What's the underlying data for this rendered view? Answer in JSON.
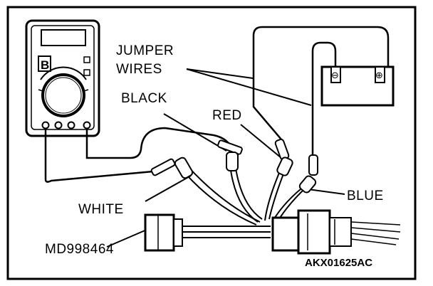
{
  "labels": {
    "jumper_wires_line1": "JUMPER",
    "jumper_wires_line2": "WIRES",
    "black": "BLACK",
    "red": "RED",
    "blue": "BLUE",
    "white": "WHITE",
    "tool_number": "MD998464",
    "figure_code": "AKX01625AC"
  },
  "meter": {
    "display_char": "B"
  },
  "battery": {
    "negative_symbol": "⊖",
    "positive_symbol": "⊕"
  }
}
